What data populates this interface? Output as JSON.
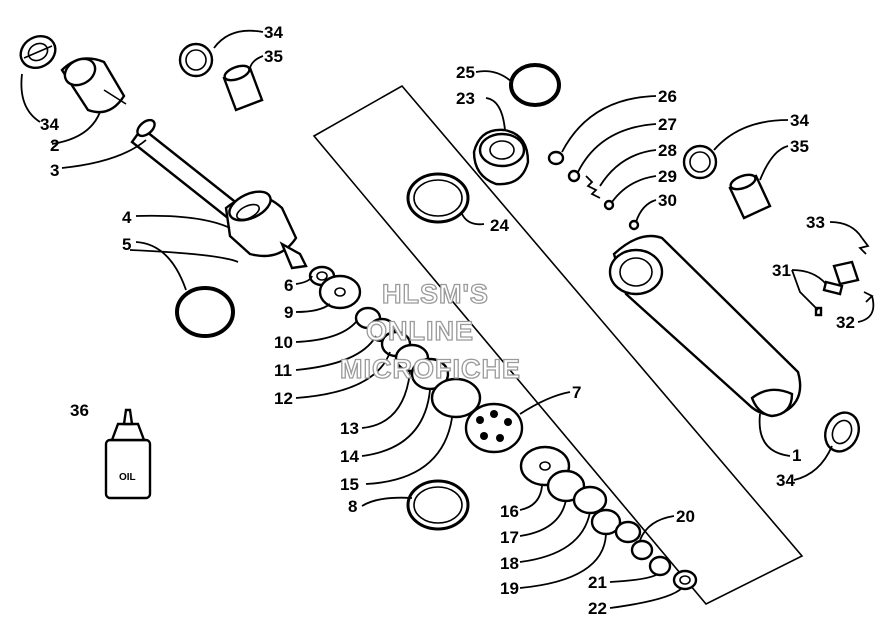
{
  "watermark": {
    "line1": "HLSM'S",
    "line2": "ONLINE",
    "line3": "MICROFICHE"
  },
  "oil_label": "OIL",
  "callouts": [
    {
      "id": "c34a",
      "text": "34"
    },
    {
      "id": "c35a",
      "text": "35"
    },
    {
      "id": "c34b",
      "text": "34"
    },
    {
      "id": "c2",
      "text": "2"
    },
    {
      "id": "c3",
      "text": "3"
    },
    {
      "id": "c4",
      "text": "4"
    },
    {
      "id": "c5",
      "text": "5"
    },
    {
      "id": "c6",
      "text": "6"
    },
    {
      "id": "c9",
      "text": "9"
    },
    {
      "id": "c10",
      "text": "10"
    },
    {
      "id": "c11",
      "text": "11"
    },
    {
      "id": "c12",
      "text": "12"
    },
    {
      "id": "c13",
      "text": "13"
    },
    {
      "id": "c14",
      "text": "14"
    },
    {
      "id": "c15",
      "text": "15"
    },
    {
      "id": "c8",
      "text": "8"
    },
    {
      "id": "c36",
      "text": "36"
    },
    {
      "id": "c25",
      "text": "25"
    },
    {
      "id": "c23",
      "text": "23"
    },
    {
      "id": "c24",
      "text": "24"
    },
    {
      "id": "c26a",
      "text": "26"
    },
    {
      "id": "c27",
      "text": "27"
    },
    {
      "id": "c28",
      "text": "28"
    },
    {
      "id": "c29",
      "text": "29"
    },
    {
      "id": "c30",
      "text": "30"
    },
    {
      "id": "c34c",
      "text": "34"
    },
    {
      "id": "c35b",
      "text": "35"
    },
    {
      "id": "c33",
      "text": "33"
    },
    {
      "id": "c31",
      "text": "31"
    },
    {
      "id": "c32",
      "text": "32"
    },
    {
      "id": "c7",
      "text": "7"
    },
    {
      "id": "c1",
      "text": "1"
    },
    {
      "id": "c34d",
      "text": "34"
    },
    {
      "id": "c16",
      "text": "16"
    },
    {
      "id": "c17",
      "text": "17"
    },
    {
      "id": "c18",
      "text": "18"
    },
    {
      "id": "c19",
      "text": "19"
    },
    {
      "id": "c20",
      "text": "20"
    },
    {
      "id": "c21",
      "text": "21"
    },
    {
      "id": "c22",
      "text": "22"
    }
  ]
}
